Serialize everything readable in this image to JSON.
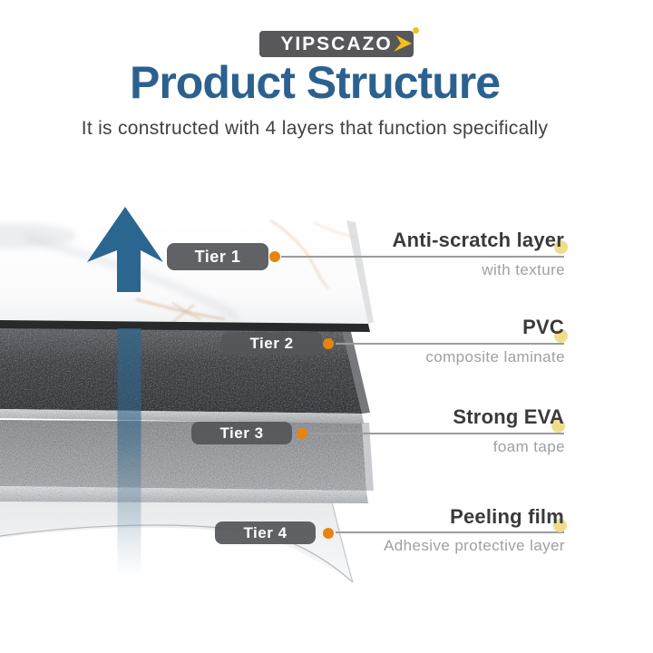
{
  "brand": {
    "logo_text": "YIPSCAZO"
  },
  "header": {
    "title": "Product Structure",
    "subtitle": "It is constructed with 4 layers that function specifically"
  },
  "diagram": {
    "arrow_direction": "up",
    "tiers": [
      {
        "badge": "Tier 1",
        "name": "Anti-scratch layer",
        "detail": "with texture"
      },
      {
        "badge": "Tier 2",
        "name": "PVC",
        "detail": "composite laminate"
      },
      {
        "badge": "Tier 3",
        "name": "Strong EVA",
        "detail": "foam tape"
      },
      {
        "badge": "Tier 4",
        "name": "Peeling film",
        "detail": "Adhesive protective layer"
      }
    ]
  },
  "colors": {
    "title_blue": "#2B618E",
    "arrow_blue": "#2A6690",
    "badge_gray": "#565659",
    "connector_orange": "#E8830D",
    "accent_yellow": "#F2DC8C",
    "line_gray": "#9C9C9C",
    "logo_yellow": "#F3C01B"
  }
}
